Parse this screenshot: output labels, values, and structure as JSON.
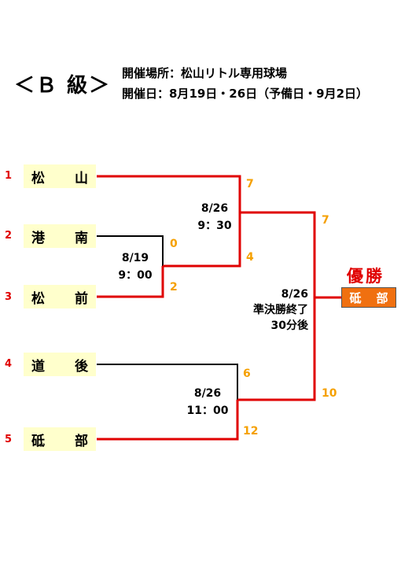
{
  "header": {
    "title": "＜Ｂ 級＞",
    "venue": "開催場所：松山リトル専用球場",
    "dates": "開催日：8月19日・26日（予備日・9月2日）"
  },
  "teams": [
    {
      "seed": "1",
      "left": "松",
      "right": "山"
    },
    {
      "seed": "2",
      "left": "港",
      "right": "南"
    },
    {
      "seed": "3",
      "left": "松",
      "right": "前"
    },
    {
      "seed": "4",
      "left": "道",
      "right": "後"
    },
    {
      "seed": "5",
      "left": "砥",
      "right": "部"
    }
  ],
  "matches": {
    "first_round": {
      "date": "8/19",
      "time": "9：00",
      "score_top": "0",
      "score_bottom": "2"
    },
    "semifinal_a": {
      "date": "8/26",
      "time": "9：30",
      "score_top": "7",
      "score_bottom": "4"
    },
    "semifinal_b": {
      "date": "8/26",
      "time": "11：00",
      "score_top": "6",
      "score_bottom": "12"
    },
    "final": {
      "date": "8/26",
      "note_line1": "準決勝終了",
      "note_line2": "30分後",
      "score_top": "7",
      "score_bottom": "10"
    }
  },
  "champion": {
    "label": "優勝",
    "left": "砥",
    "right": "部"
  },
  "colors": {
    "winner_line": "#e00000",
    "loser_line": "#000000",
    "score": "#f5a000",
    "team_bg": "#ffffcc",
    "champion_bg": "#f07010"
  }
}
